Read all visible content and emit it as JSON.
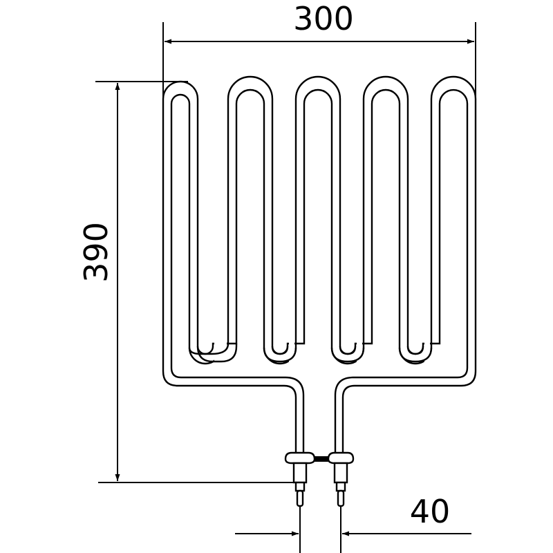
{
  "diagram": {
    "type": "technical-drawing",
    "subject": "heating-element",
    "dimensions": {
      "width": {
        "value": "300"
      },
      "height": {
        "value": "390"
      },
      "terminal_spacing": {
        "value": "40"
      }
    },
    "colors": {
      "line": "#000000",
      "background": "#ffffff"
    }
  }
}
